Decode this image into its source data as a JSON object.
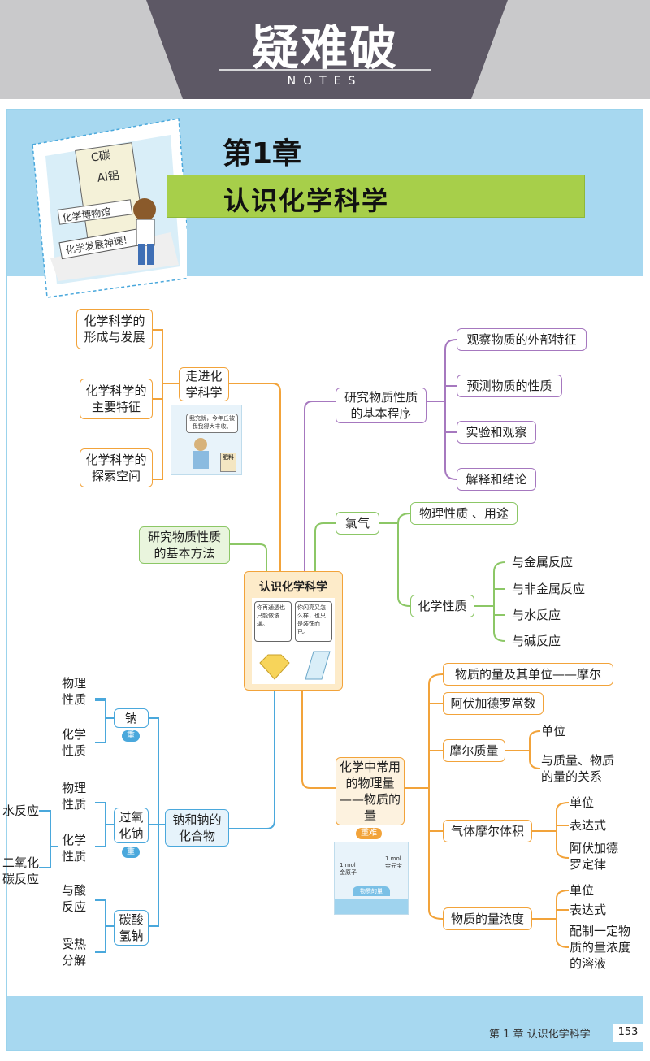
{
  "header": {
    "title": "疑难破",
    "subtitle": "NOTES"
  },
  "chapter": {
    "number": "第1章",
    "title": "认识化学科学"
  },
  "illustration": {
    "sign": "化学博物馆",
    "banner": "化学发展神速!",
    "tag": "C碳",
    "elements": "Al铝"
  },
  "center": {
    "title": "认识化学科学",
    "bubble_left": "你再通透也只能做玻璃。",
    "bubble_right": "你闪亮又怎么样，也只是装饰而已。"
  },
  "left_top": {
    "main": "走进化学科学",
    "items": [
      "化学科学的形成与发展",
      "化学科学的主要特征",
      "化学科学的探索空间"
    ],
    "cartoon_text": "我究就，今年丘被我我得大丰收。",
    "cartoon_sign": "肥料"
  },
  "method": {
    "label": "研究物质性质的基本方法"
  },
  "procedure": {
    "main": "研究物质性质的基本程序",
    "items": [
      "观察物质的外部特征",
      "预测物质的性质",
      "实验和观察",
      "解释和结论"
    ]
  },
  "chlorine": {
    "main": "氯气",
    "physical": "物理性质 、用途",
    "chemical": "化学性质",
    "reactions": [
      "与金属反应",
      "与非金属反应",
      "与水反应",
      "与碱反应"
    ]
  },
  "sodium": {
    "main": "钠和钠的化合物",
    "na": {
      "label": "钠",
      "badge": "重",
      "items": [
        "物理性质",
        "化学性质"
      ]
    },
    "peroxide": {
      "label": "过氧化钠",
      "badge": "重",
      "items": [
        "物理性质",
        "化学性质"
      ],
      "far": [
        "水反应",
        "二氧化碳反应"
      ]
    },
    "bicarbonate": {
      "label": "碳酸氢钠",
      "items": [
        "与酸反应",
        "受热分解"
      ]
    }
  },
  "amount": {
    "main": "化学中常用的物理量——物质的量",
    "badge": "重难",
    "cartoon_left": "1 mol金原子",
    "cartoon_right": "1 mol金元宝",
    "cartoon_bridge": "物质的量",
    "items": [
      "物质的量及其单位——摩尔",
      "阿伏加德罗常数",
      "摩尔质量",
      "气体摩尔体积",
      "物质的量浓度"
    ],
    "molar_mass": [
      "单位",
      "与质量、物质的量的关系"
    ],
    "gas_volume": [
      "单位",
      "表达式",
      "阿伏加德罗定律"
    ],
    "concentration": [
      "单位",
      "表达式",
      "配制一定物质的量浓度的溶液"
    ]
  },
  "footer": {
    "text": "第 1 章   认识化学科学",
    "page": "153"
  }
}
